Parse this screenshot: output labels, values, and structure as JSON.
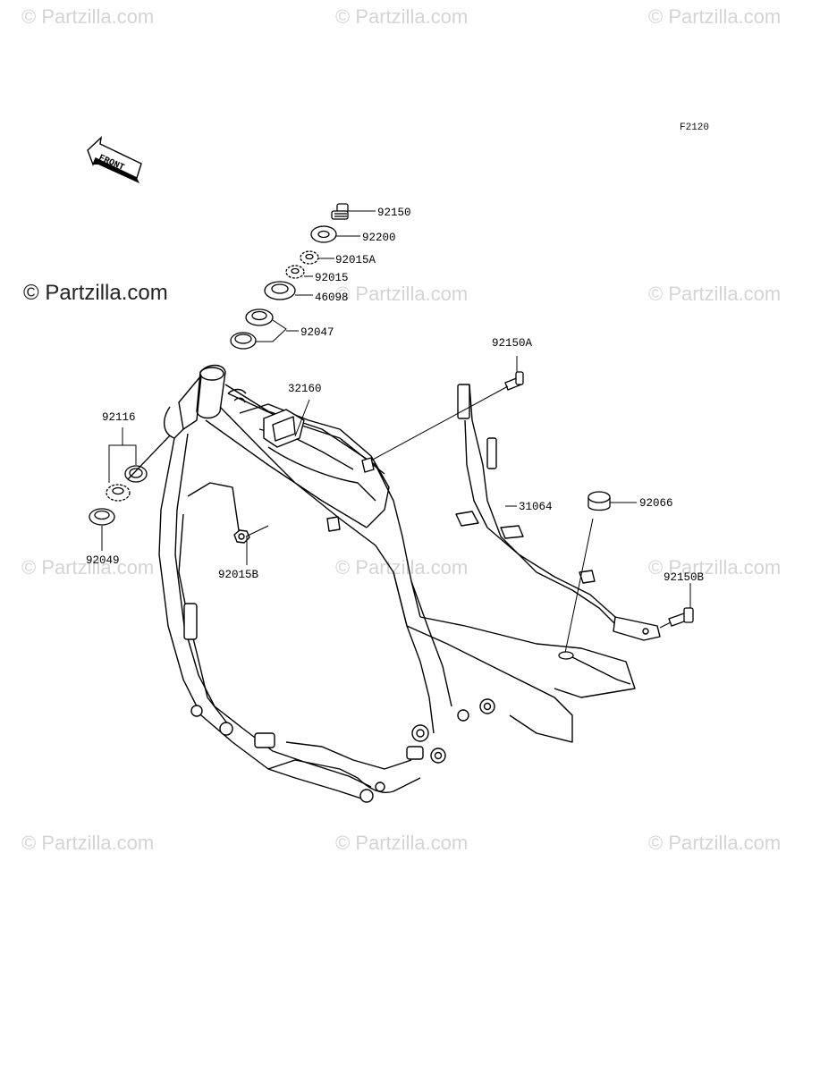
{
  "diagram": {
    "code": "F2120",
    "front_arrow_text": "FRONT",
    "watermark_main": "© Partzilla.com",
    "watermark_faint": "© Partzilla.com",
    "parts": [
      {
        "id": "p92150",
        "label": "92150"
      },
      {
        "id": "p92200",
        "label": "92200"
      },
      {
        "id": "p92015A",
        "label": "92015A"
      },
      {
        "id": "p92015",
        "label": "92015"
      },
      {
        "id": "p46098",
        "label": "46098"
      },
      {
        "id": "p92047",
        "label": "92047"
      },
      {
        "id": "p32160",
        "label": "32160"
      },
      {
        "id": "p92116",
        "label": "92116"
      },
      {
        "id": "p92049",
        "label": "92049"
      },
      {
        "id": "p92015B",
        "label": "92015B"
      },
      {
        "id": "p92150A",
        "label": "92150A"
      },
      {
        "id": "p31064",
        "label": "31064"
      },
      {
        "id": "p92066",
        "label": "92066"
      },
      {
        "id": "p92150B",
        "label": "92150B"
      }
    ]
  }
}
